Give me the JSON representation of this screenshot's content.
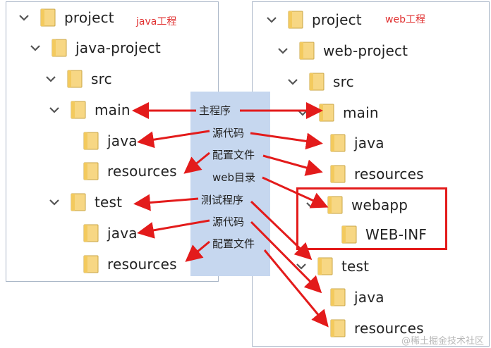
{
  "left": {
    "tag": "java工程",
    "rows": [
      {
        "label": "project",
        "chevron": true
      },
      {
        "label": "java-project",
        "chevron": true
      },
      {
        "label": "src",
        "chevron": true
      },
      {
        "label": "main",
        "chevron": true
      },
      {
        "label": "java",
        "chevron": false
      },
      {
        "label": "resources",
        "chevron": false
      },
      {
        "label": "test",
        "chevron": true
      },
      {
        "label": "java",
        "chevron": false
      },
      {
        "label": "resources",
        "chevron": false
      }
    ]
  },
  "right": {
    "tag": "web工程",
    "rows": [
      {
        "label": "project",
        "chevron": true
      },
      {
        "label": "web-project",
        "chevron": true
      },
      {
        "label": "src",
        "chevron": true
      },
      {
        "label": "main",
        "chevron": true
      },
      {
        "label": "java",
        "chevron": false
      },
      {
        "label": "resources",
        "chevron": false
      },
      {
        "label": "webapp",
        "chevron": true
      },
      {
        "label": "WEB-INF",
        "chevron": false
      },
      {
        "label": "test",
        "chevron": true
      },
      {
        "label": "java",
        "chevron": false
      },
      {
        "label": "resources",
        "chevron": false
      }
    ]
  },
  "categories": {
    "main_program": "主程序",
    "source_code_1": "源代码",
    "config_1": "配置文件",
    "web_dir": "web目录",
    "test_program": "测试程序",
    "source_code_2": "源代码",
    "config_2": "配置文件"
  },
  "watermark": "@稀土掘金技术社区",
  "colors": {
    "arrow": "#e31b1b",
    "folder": "#f7d784",
    "legend_bg": "#c6d7ef",
    "tag": "#e03030"
  }
}
